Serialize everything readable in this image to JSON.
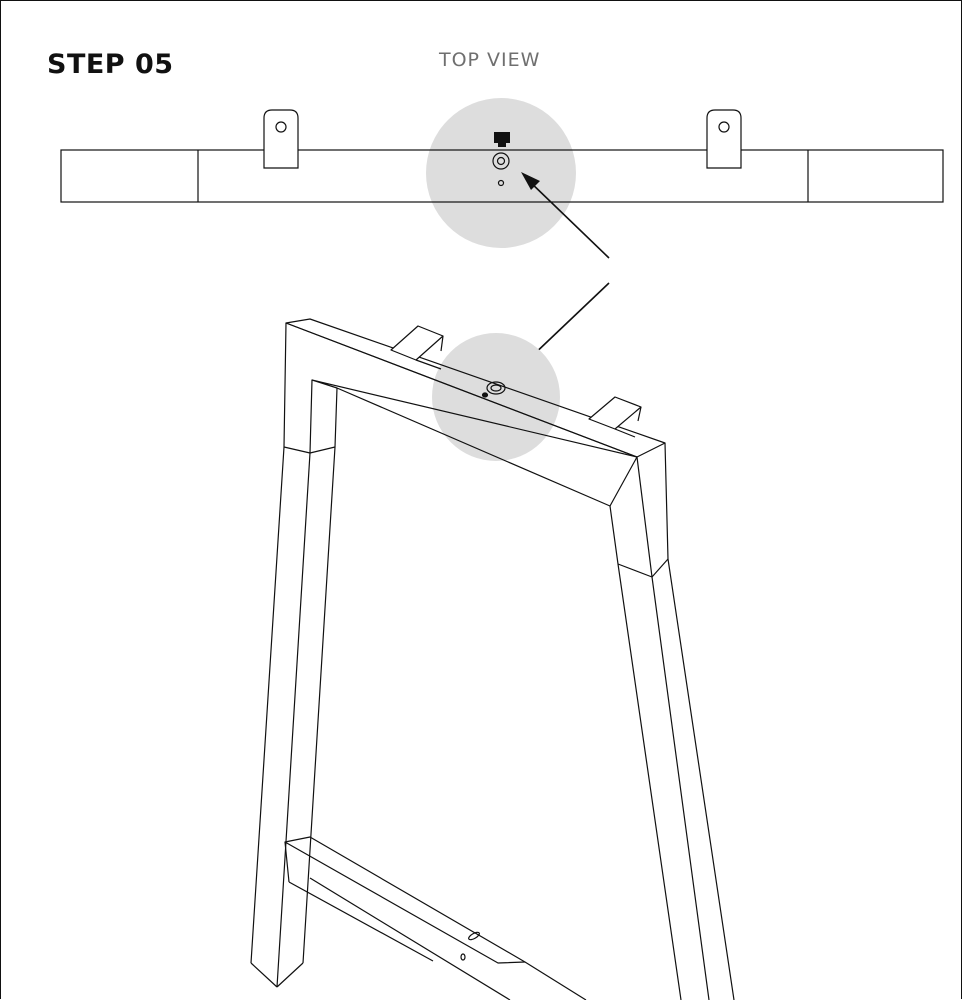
{
  "step": {
    "label": "STEP 05"
  },
  "view": {
    "label": "TOP VIEW"
  },
  "colors": {
    "line": "#111111",
    "highlight": "#dddddd",
    "view_label": "#6f6f6f"
  },
  "parts": {
    "top_view": [
      "top-rail",
      "mounting-tab-left",
      "mounting-tab-right",
      "bracket",
      "center-bolt-hole",
      "pilot-hole"
    ],
    "frame": [
      "left-leg",
      "right-leg",
      "top-rail",
      "cross-bar",
      "mounting-tab-left",
      "mounting-tab-right"
    ]
  }
}
